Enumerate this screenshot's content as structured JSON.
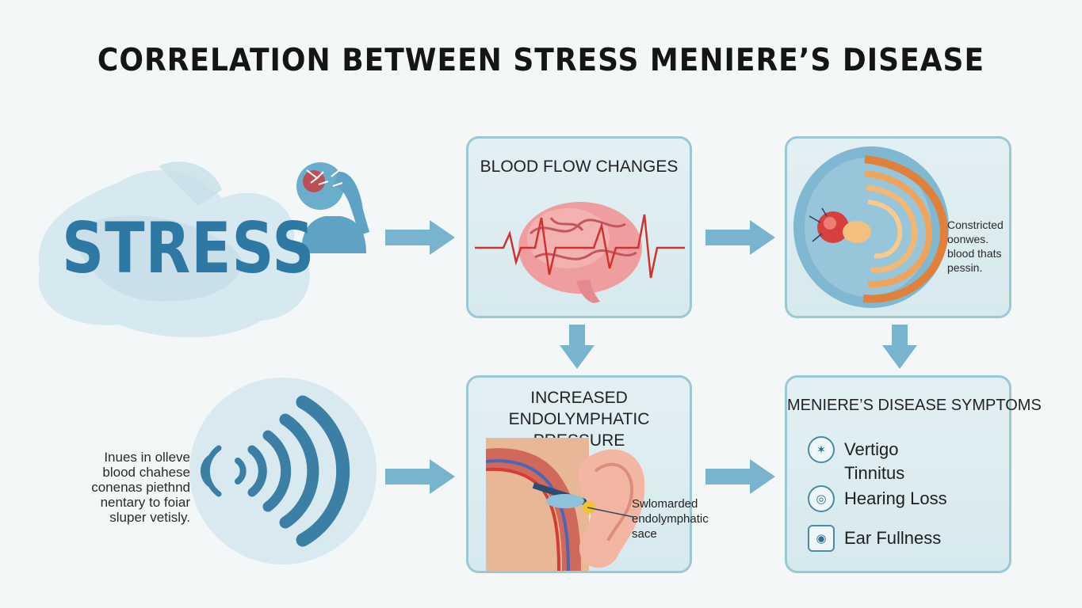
{
  "title": "CORRELATION BETWEEN STRESS MENIERE’S DISEASE",
  "stress": {
    "label": "STRESS",
    "note_lines": [
      "Inues in olleve",
      "blood chahese",
      "conenas piethnd",
      "nentary to foiar",
      "sluper vetisly."
    ]
  },
  "panels": {
    "blood_flow": {
      "title": "BLOOD FLOW CHANGES"
    },
    "constricted": {
      "note_lines": [
        "Constricted",
        "oonwes.",
        "blood thats",
        "pessin."
      ]
    },
    "pressure": {
      "title_lines": [
        "INCREASED",
        "ENDOLYMPHATIC PRESSURE"
      ],
      "callout_lines": [
        "Swlomarded",
        "endolymphatic",
        "sace"
      ]
    },
    "symptoms": {
      "title": "MENIERE’S DISEASE SYMPTOMS",
      "items": [
        {
          "label": "Vertigo",
          "icon": "vertigo-icon"
        },
        {
          "label": "Tinnitus",
          "icon": ""
        },
        {
          "label": "Hearing Loss",
          "icon": "hearing-loss-icon"
        },
        {
          "label": "Ear Fullness",
          "icon": "ear-fullness-icon"
        }
      ]
    }
  },
  "colors": {
    "accent_blue": "#2e78a4",
    "arrow": "#79b4ce",
    "panel_border": "#9cc8d6",
    "ecg_red": "#d0322c"
  }
}
